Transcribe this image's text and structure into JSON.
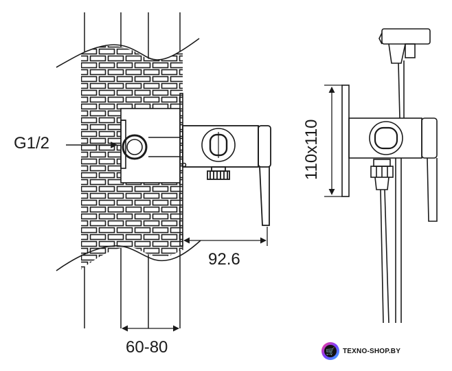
{
  "labels": {
    "thread": "G1/2",
    "depth": "92.6",
    "wall_range": "60-80",
    "plate_size": "110x110"
  },
  "watermark": {
    "brand": "TEXNO-SHOP.BY",
    "icon": "shopping-cart-icon"
  },
  "colors": {
    "line": "#1a1a1a",
    "brick_fill": "#ffffff"
  }
}
